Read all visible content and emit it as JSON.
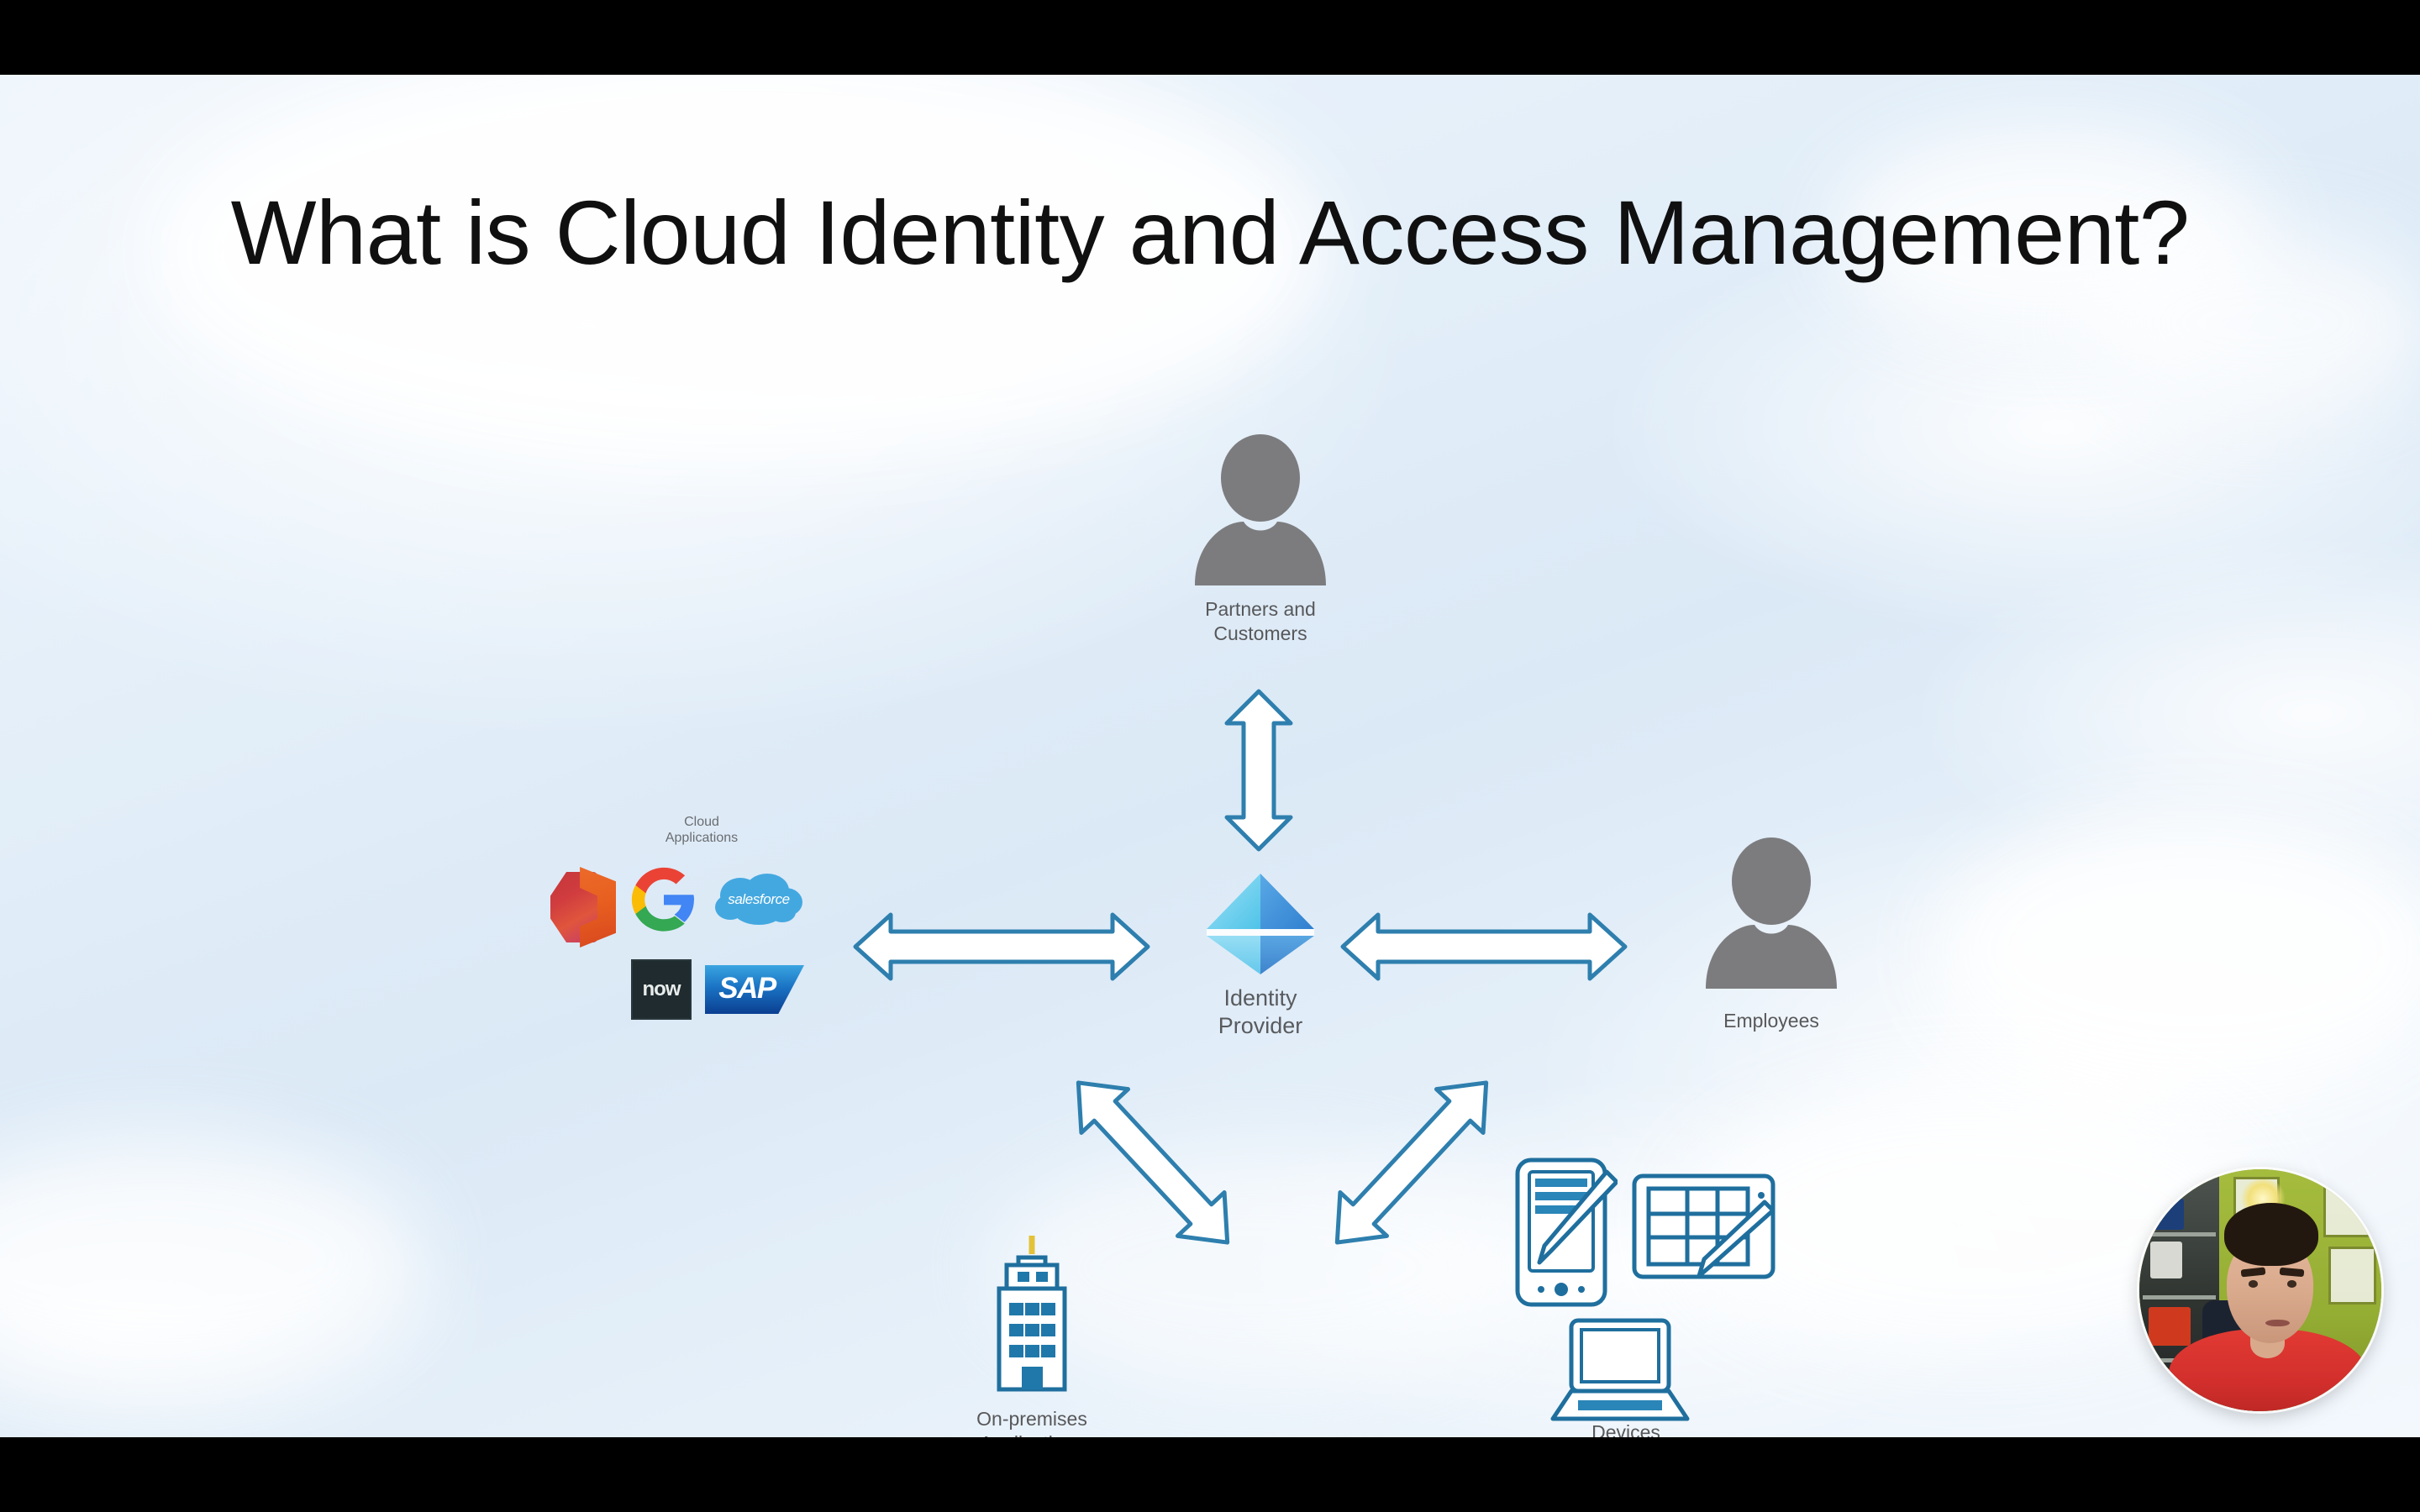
{
  "slide": {
    "title": "What is Cloud Identity and Access Management?",
    "background_top_color": "#eef5fc",
    "background_bottom_color": "#f3f8fd",
    "letterbox_color": "#000000"
  },
  "diagram": {
    "center": {
      "label": "Identity\nProvider",
      "icon": "azure-identity-diamond-icon",
      "color": "#45a8e8"
    },
    "nodes": [
      {
        "id": "partners-and-customers",
        "label": "Partners and\nCustomers",
        "icon": "person-icon",
        "icon_color": "#7c7c7e",
        "position": "top"
      },
      {
        "id": "employees",
        "label": "Employees",
        "icon": "person-icon",
        "icon_color": "#7c7c7e",
        "position": "right"
      },
      {
        "id": "cloud-applications",
        "label": "Cloud\nApplications",
        "icon": "cloud-apps-logo-cluster",
        "position": "left"
      },
      {
        "id": "on-premises-applications",
        "label": "On-premises\nApplications",
        "icon": "office-building-icon",
        "icon_color": "#1f6f9e",
        "position": "bottom-left"
      },
      {
        "id": "devices",
        "label": "Devices",
        "icon": "devices-icon-group",
        "icon_color": "#1f6f9e",
        "position": "bottom-right"
      }
    ],
    "connectors": [
      {
        "id": "connector-idp-partners",
        "from": "identity-provider",
        "to": "partners-and-customers",
        "style": "double-headed-arrow",
        "orientation": "vertical",
        "color": "#2e7fae"
      },
      {
        "id": "connector-idp-cloudapps",
        "from": "identity-provider",
        "to": "cloud-applications",
        "style": "double-headed-arrow",
        "orientation": "horizontal",
        "color": "#2e7fae"
      },
      {
        "id": "connector-idp-employees",
        "from": "identity-provider",
        "to": "employees",
        "style": "double-headed-arrow",
        "orientation": "horizontal",
        "color": "#2e7fae"
      },
      {
        "id": "connector-idp-onprem",
        "from": "identity-provider",
        "to": "on-premises-applications",
        "style": "double-headed-arrow",
        "orientation": "diagonal-down-left",
        "color": "#2e7fae"
      },
      {
        "id": "connector-idp-devices",
        "from": "identity-provider",
        "to": "devices",
        "style": "double-headed-arrow",
        "orientation": "diagonal-down-right",
        "color": "#2e7fae"
      }
    ],
    "cloud_app_logos": [
      {
        "id": "office-365",
        "name": "Office",
        "colors": [
          "#c5363b",
          "#ec6b2c"
        ]
      },
      {
        "id": "google",
        "name": "G",
        "colors": [
          "#4285f4",
          "#ea4335",
          "#fbbc05",
          "#34a853"
        ]
      },
      {
        "id": "salesforce",
        "name": "salesforce",
        "colors": [
          "#44a8e0"
        ]
      },
      {
        "id": "servicenow",
        "name": "now",
        "colors": [
          "#1f2b2e",
          "#e8eceb"
        ]
      },
      {
        "id": "sap",
        "name": "SAP",
        "colors": [
          "#3aa5e0",
          "#0b3f91"
        ]
      }
    ],
    "device_items": [
      {
        "id": "phone-with-stylus",
        "name": "phone-stylus-icon"
      },
      {
        "id": "tablet-with-stylus",
        "name": "tablet-stylus-icon"
      },
      {
        "id": "laptop",
        "name": "laptop-icon"
      }
    ]
  },
  "webcam": {
    "present": true,
    "shape": "circle",
    "presenter_shirt_color": "#d22f2c",
    "background_wall_color": "#94ad33"
  }
}
